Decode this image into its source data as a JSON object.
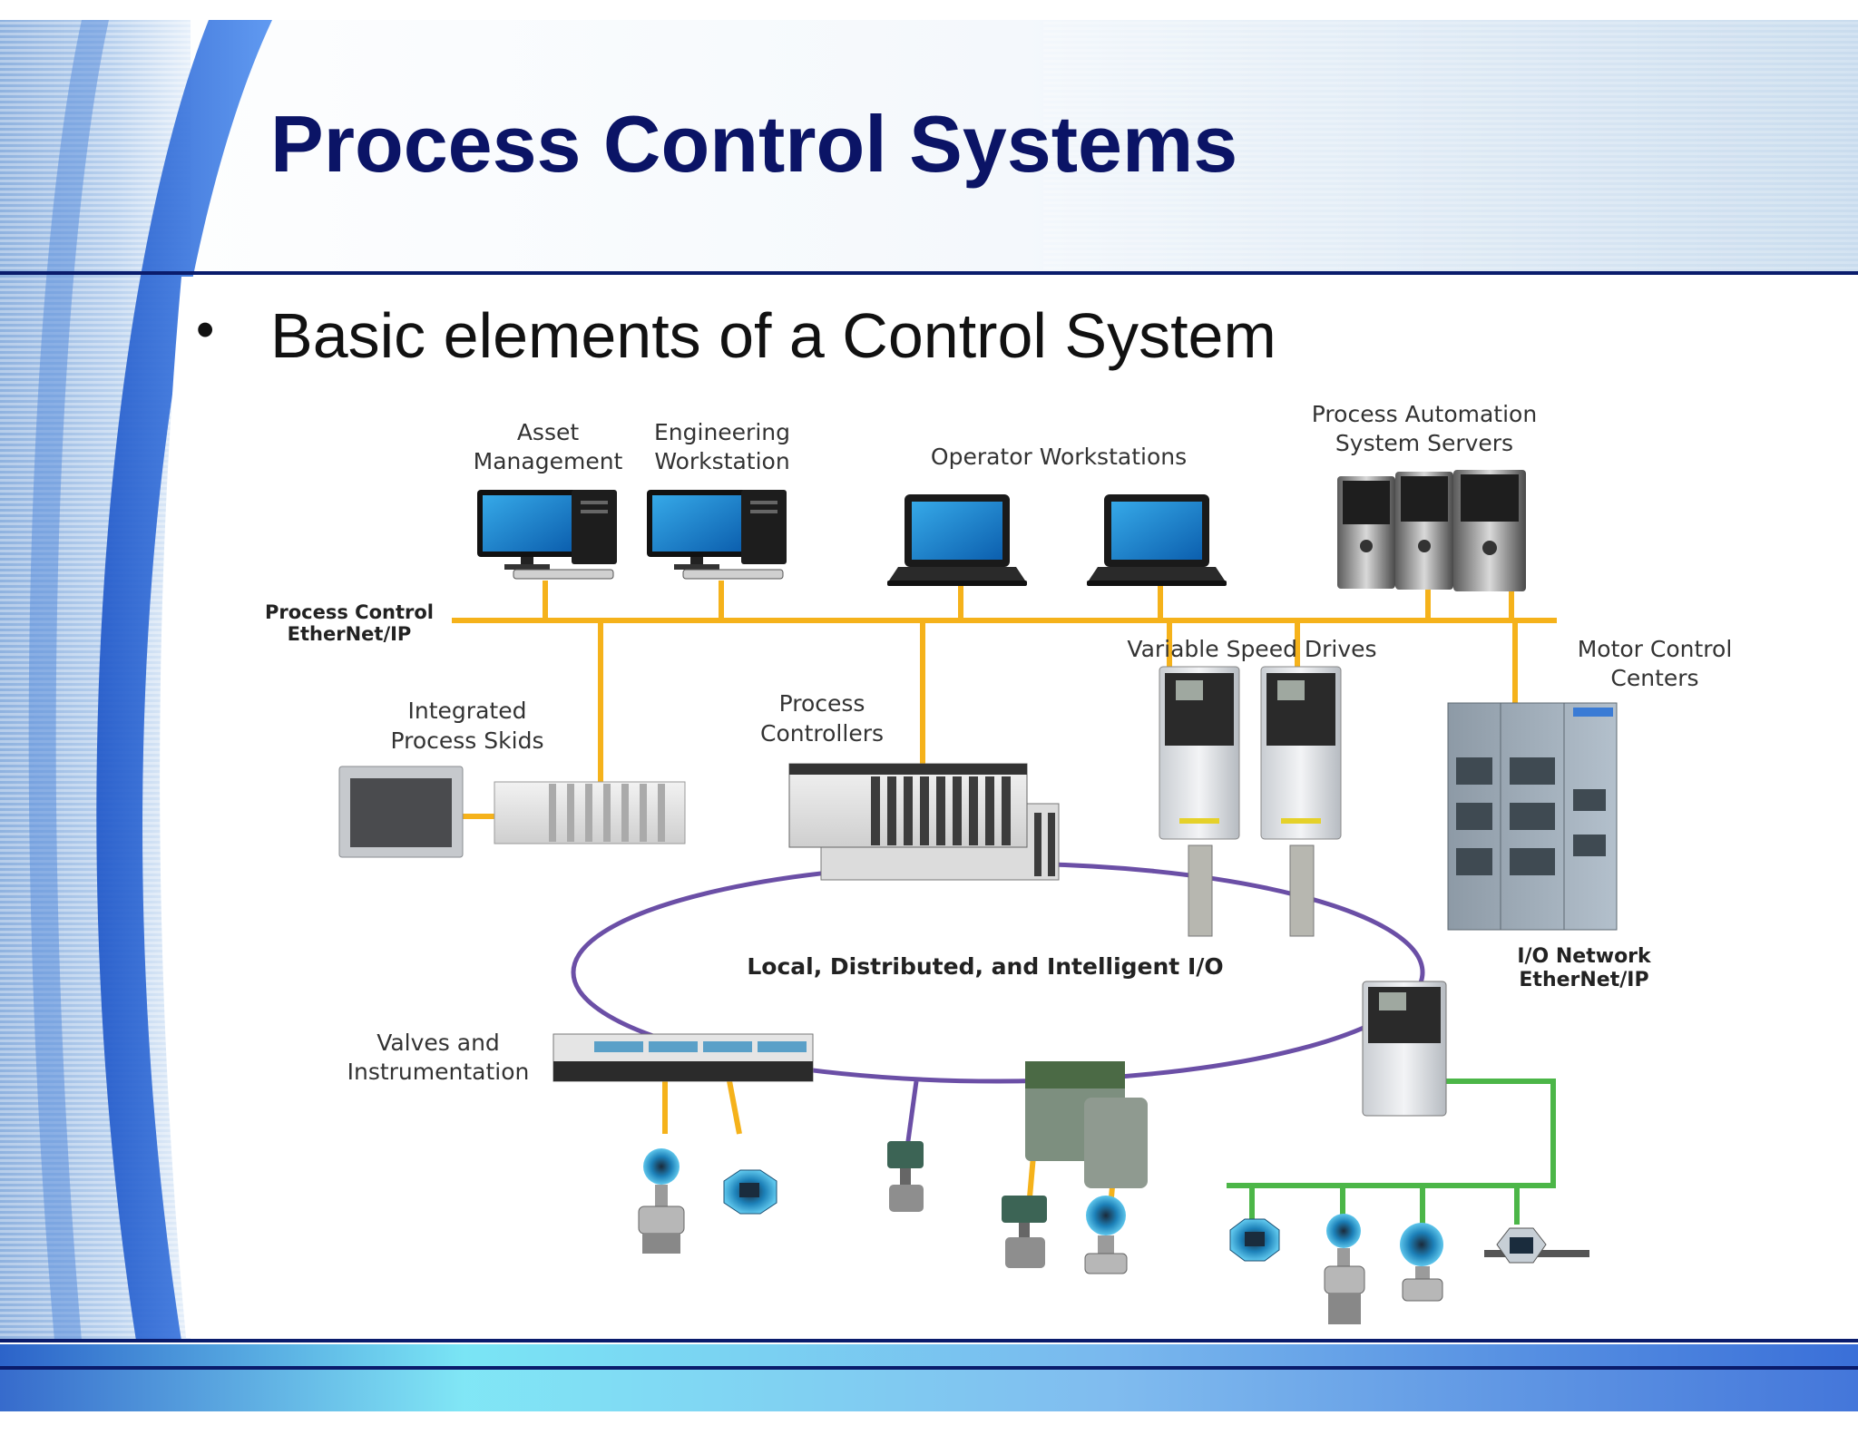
{
  "slide": {
    "title": "Process Control Systems",
    "bullet": "Basic elements of a Control System"
  },
  "diagram": {
    "labels": {
      "asset": [
        "Asset",
        "Management"
      ],
      "engineering": [
        "Engineering",
        "Workstation"
      ],
      "operator": "Operator Workstations",
      "servers": [
        "Process Automation",
        "System Servers"
      ],
      "pc_network": [
        "Process Control",
        "EtherNet/IP"
      ],
      "vsd": "Variable Speed Drives",
      "mcc": [
        "Motor Control",
        "Centers"
      ],
      "skids": [
        "Integrated",
        "Process Skids"
      ],
      "controllers": [
        "Process",
        "Controllers"
      ],
      "io": "Local, Distributed, and Intelligent I/O",
      "io_network": [
        "I/O Network",
        "EtherNet/IP"
      ],
      "valves": [
        "Valves and",
        "Instrumentation"
      ]
    },
    "colors": {
      "ethernet_bus": "#f5b21b",
      "io_ring": "#6b4fa6",
      "field_bus": "#4cb648",
      "title": "#0b1466",
      "rule": "#0a1c6c"
    }
  }
}
